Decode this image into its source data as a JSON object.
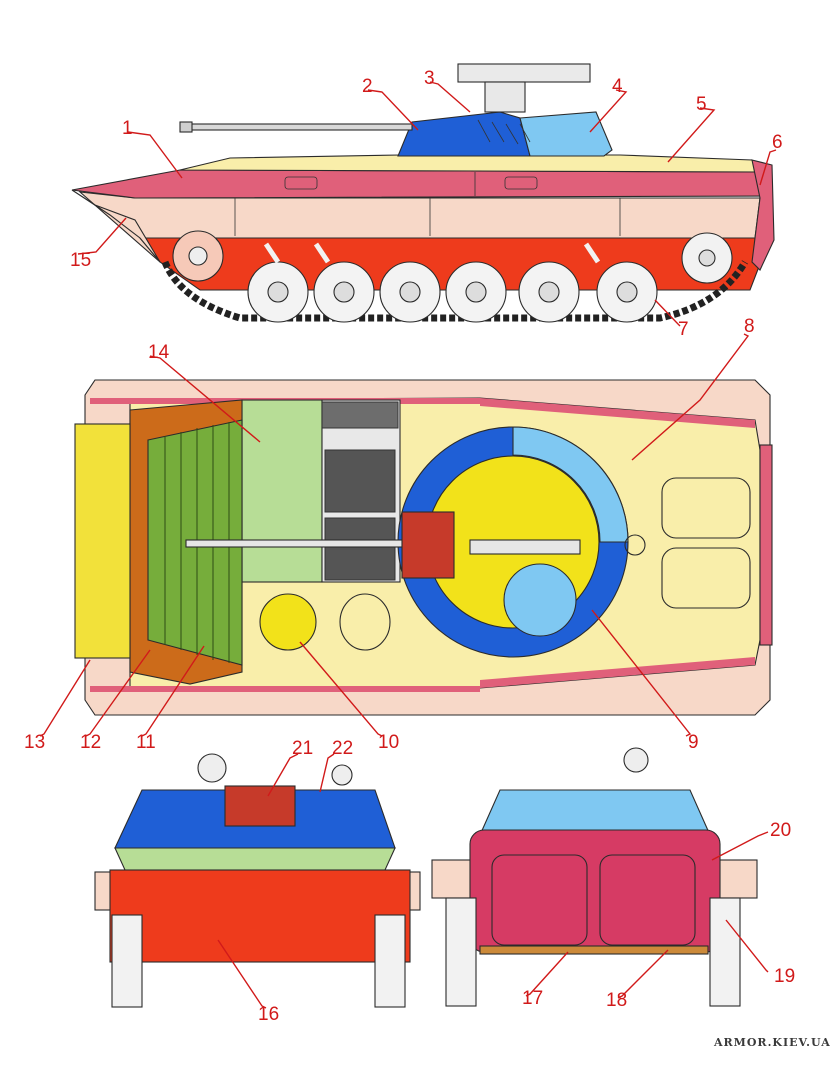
{
  "diagram": {
    "callouts": [
      {
        "id": "1",
        "label": "1"
      },
      {
        "id": "2",
        "label": "2"
      },
      {
        "id": "3",
        "label": "3"
      },
      {
        "id": "4",
        "label": "4"
      },
      {
        "id": "5",
        "label": "5"
      },
      {
        "id": "6",
        "label": "6"
      },
      {
        "id": "7",
        "label": "7"
      },
      {
        "id": "8",
        "label": "8"
      },
      {
        "id": "9",
        "label": "9"
      },
      {
        "id": "10",
        "label": "10"
      },
      {
        "id": "11",
        "label": "11"
      },
      {
        "id": "12",
        "label": "12"
      },
      {
        "id": "13",
        "label": "13"
      },
      {
        "id": "14",
        "label": "14"
      },
      {
        "id": "15",
        "label": "15"
      },
      {
        "id": "16",
        "label": "16"
      },
      {
        "id": "17",
        "label": "17"
      },
      {
        "id": "18",
        "label": "18"
      },
      {
        "id": "19",
        "label": "19"
      },
      {
        "id": "20",
        "label": "20"
      },
      {
        "id": "21",
        "label": "21"
      },
      {
        "id": "22",
        "label": "22"
      }
    ],
    "credit": "ARMOR.KIEV.UA"
  },
  "colors": {
    "callout": "#d11a1a",
    "hull_pink": "#e0607a",
    "deck_cream": "#f9eeaa",
    "lower_hull_red": "#ee3b1c",
    "skirt_peach": "#f7d8c8",
    "turret_blue": "#1f5fd6",
    "turret_light_blue": "#7fc8f2",
    "hatch_yellow": "#f2e21a",
    "engine_green": "#b7dd96",
    "louver_green": "#76ad3b",
    "glacis_orange": "#cc6b1a",
    "nose_yellow": "#f2e13a",
    "mantlet_red": "#c63a2a",
    "rear_doors_pink": "#d63b64"
  },
  "views": [
    "side",
    "top",
    "front",
    "rear"
  ]
}
